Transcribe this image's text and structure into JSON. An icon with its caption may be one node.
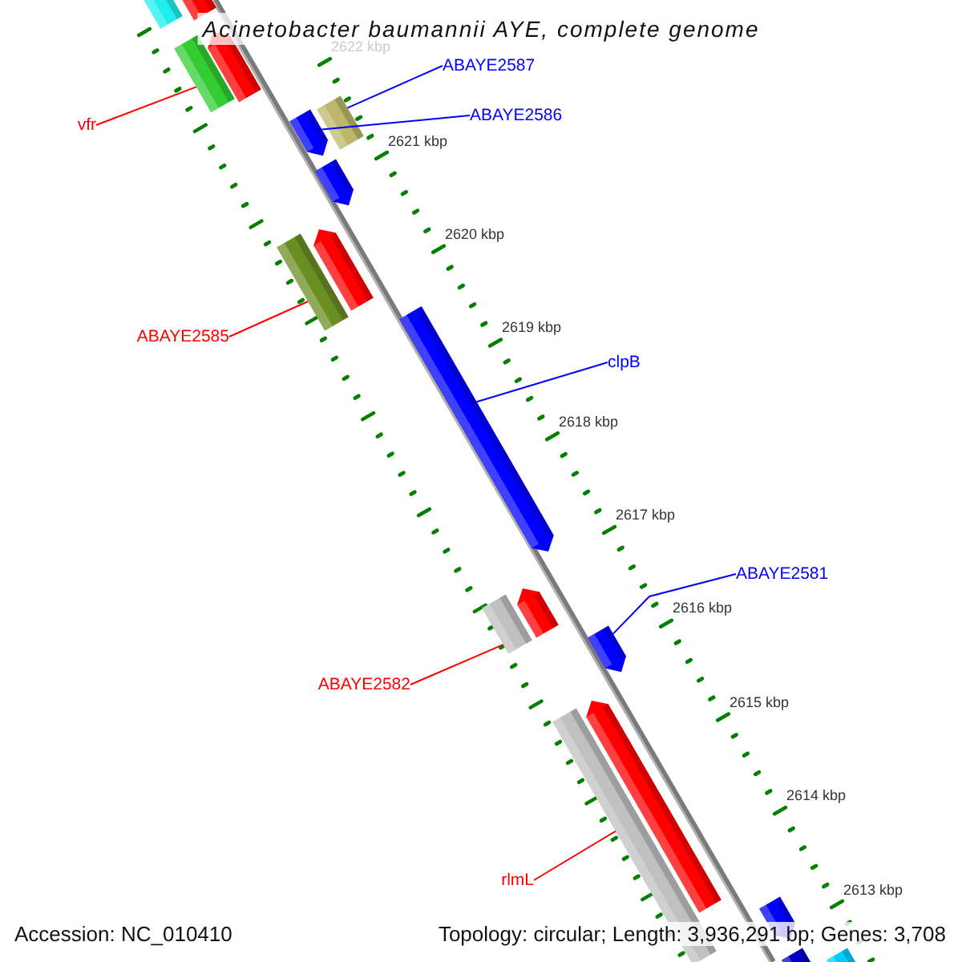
{
  "diagram": {
    "title": "Acinetobacter baumannii AYE, complete genome",
    "nodes": [
      {
        "text": [
          "ABAYE2587"
        ]
      },
      {
        "text": [
          "ABAYE2586"
        ]
      },
      {
        "text": [
          "vfr"
        ]
      },
      {
        "text": [
          "ABAYE2585"
        ]
      },
      {
        "text": [
          "clpB"
        ]
      },
      {
        "text": [
          "ABAYE2581"
        ]
      },
      {
        "text": [
          "ABAYE2582"
        ]
      },
      {
        "text": [
          "rlmL"
        ]
      },
      {
        "text": [],
        "shape": "bar"
      },
      {
        "text": [],
        "shape": "bar"
      },
      {
        "text": [],
        "shape": "bar"
      },
      {
        "text": [],
        "shape": "bar"
      },
      {
        "text": [],
        "shape": "bar"
      },
      {
        "text": [],
        "shape": "bar"
      },
      {
        "text": [],
        "shape": "bar"
      },
      {
        "text": [],
        "shape": "bar"
      },
      {
        "text": [],
        "shape": "bar"
      },
      {
        "text": [],
        "shape": "bar"
      },
      {
        "text": [],
        "shape": "bar"
      },
      {
        "text": [],
        "shape": "bar"
      },
      {
        "text": [],
        "shape": "bar"
      },
      {
        "text": [],
        "shape": "bar"
      },
      {
        "text": [],
        "shape": "bar"
      },
      {
        "text": [],
        "shape": "bar"
      },
      {
        "text": [],
        "shape": "bar"
      },
      {
        "text": [],
        "shape": "bar"
      }
    ],
    "edges": [
      {
        "from": 0,
        "to": 12,
        "arrow": "none",
        "color": "#0000ff"
      },
      {
        "from": 1,
        "to": 13,
        "arrow": "none",
        "color": "#0000ff"
      },
      {
        "from": 2,
        "to": 11,
        "arrow": "none",
        "color": "#ff0000"
      },
      {
        "from": 3,
        "to": 16,
        "arrow": "none",
        "color": "#ff0000"
      },
      {
        "from": 4,
        "to": 17,
        "arrow": "none",
        "color": "#0000ff"
      },
      {
        "from": 5,
        "to": 20,
        "arrow": "none",
        "color": "#0000ff"
      },
      {
        "from": 6,
        "to": 19,
        "arrow": "none",
        "color": "#ff0000"
      },
      {
        "from": 7,
        "to": 22,
        "arrow": "none",
        "color": "#ff0000"
      }
    ],
    "labels": [
      "2622 kbp",
      "2621 kbp",
      "2620 kbp",
      "2619 kbp",
      "2618 kbp",
      "2617 kbp",
      "2616 kbp",
      "2615 kbp",
      "2614 kbp",
      "2613 kbp",
      "Accession: NC_010410",
      "Topology: circular; Length: 3,936,291 bp; Genes: 3,708"
    ]
  }
}
